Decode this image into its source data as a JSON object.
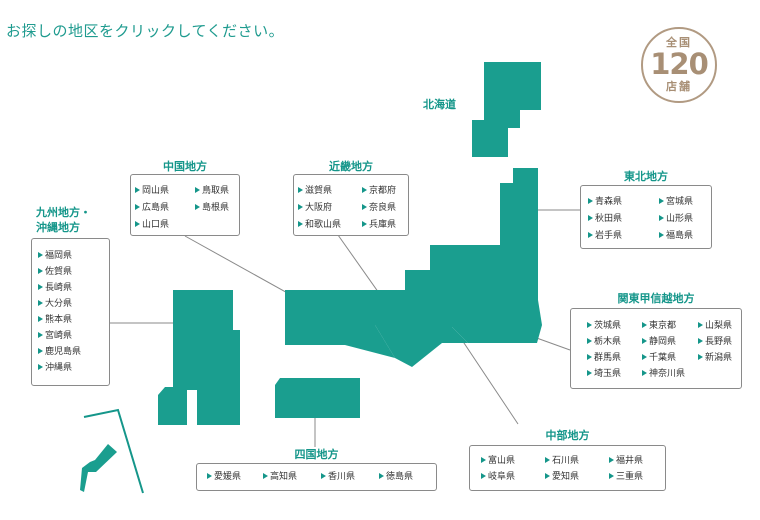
{
  "headline": "お探しの地区をクリックしてください。",
  "badge": {
    "top": "全国",
    "count": "120",
    "bottom": "店舗"
  },
  "colors": {
    "land": "#1a9e8f",
    "accent": "#15968a",
    "box_border": "#8a8a8a",
    "badge": "#b19a82"
  },
  "regions": {
    "hokkaido": {
      "label": "北海道"
    },
    "tohoku": {
      "label": "東北地方",
      "prefectures": [
        "青森県",
        "宮城県",
        "秋田県",
        "山形県",
        "岩手県",
        "福島県"
      ]
    },
    "kanto": {
      "label": "関東甲信越地方",
      "prefectures": [
        "茨城県",
        "東京都",
        "山梨県",
        "栃木県",
        "静岡県",
        "長野県",
        "群馬県",
        "千葉県",
        "新潟県",
        "埼玉県",
        "神奈川県"
      ]
    },
    "chubu": {
      "label": "中部地方",
      "prefectures": [
        "富山県",
        "石川県",
        "福井県",
        "岐阜県",
        "愛知県",
        "三重県"
      ]
    },
    "kinki": {
      "label": "近畿地方",
      "prefectures": [
        "滋賀県",
        "京都府",
        "大阪府",
        "奈良県",
        "和歌山県",
        "兵庫県"
      ]
    },
    "chugoku": {
      "label": "中国地方",
      "prefectures": [
        "岡山県",
        "鳥取県",
        "広島県",
        "島根県",
        "山口県"
      ]
    },
    "shikoku": {
      "label": "四国地方",
      "prefectures": [
        "愛媛県",
        "高知県",
        "香川県",
        "徳島県"
      ]
    },
    "kyushu": {
      "label_line1": "九州地方・",
      "label_line2": "沖縄地方",
      "prefectures": [
        "福岡県",
        "佐賀県",
        "長崎県",
        "大分県",
        "熊本県",
        "宮崎県",
        "鹿児島県",
        "沖縄県"
      ]
    }
  }
}
